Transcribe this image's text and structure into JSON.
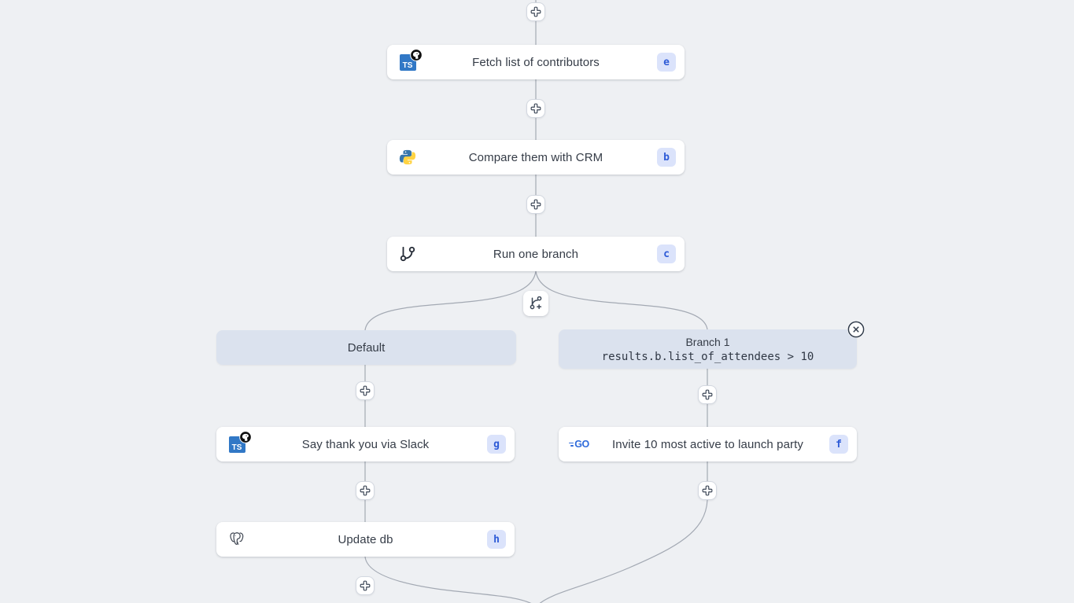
{
  "colors": {
    "background": "#eef0f3",
    "card_bg": "#ffffff",
    "branch_header_bg": "#dbe2ee",
    "edge": "#a3a9b3",
    "badge_bg": "#dbe3fb",
    "badge_text": "#2e5bd7",
    "title_text": "#353c47",
    "typescript_blue": "#3178c6",
    "python_blue": "#3776ab",
    "python_yellow": "#ffd343",
    "go_blue": "#2f6bdb"
  },
  "nodes": [
    {
      "title": "Fetch list of contributors",
      "badge": "e",
      "icon": "typescript-deno"
    },
    {
      "title": "Compare them with CRM",
      "badge": "b",
      "icon": "python"
    },
    {
      "title": "Run one branch",
      "badge": "c",
      "icon": "git-branch"
    },
    {
      "title": "Say thank you via Slack",
      "badge": "g",
      "icon": "typescript-deno"
    },
    {
      "title": "Update db",
      "badge": "h",
      "icon": "postgresql"
    },
    {
      "title": "Invite 10 most active to launch party",
      "badge": "f",
      "icon": "go"
    }
  ],
  "branches": {
    "default_label": "Default",
    "branch1_title": "Branch 1",
    "branch1_condition": "results.b.list_of_attendees > 10"
  },
  "icons": {
    "ts_label": "TS",
    "go_label": "GO"
  }
}
